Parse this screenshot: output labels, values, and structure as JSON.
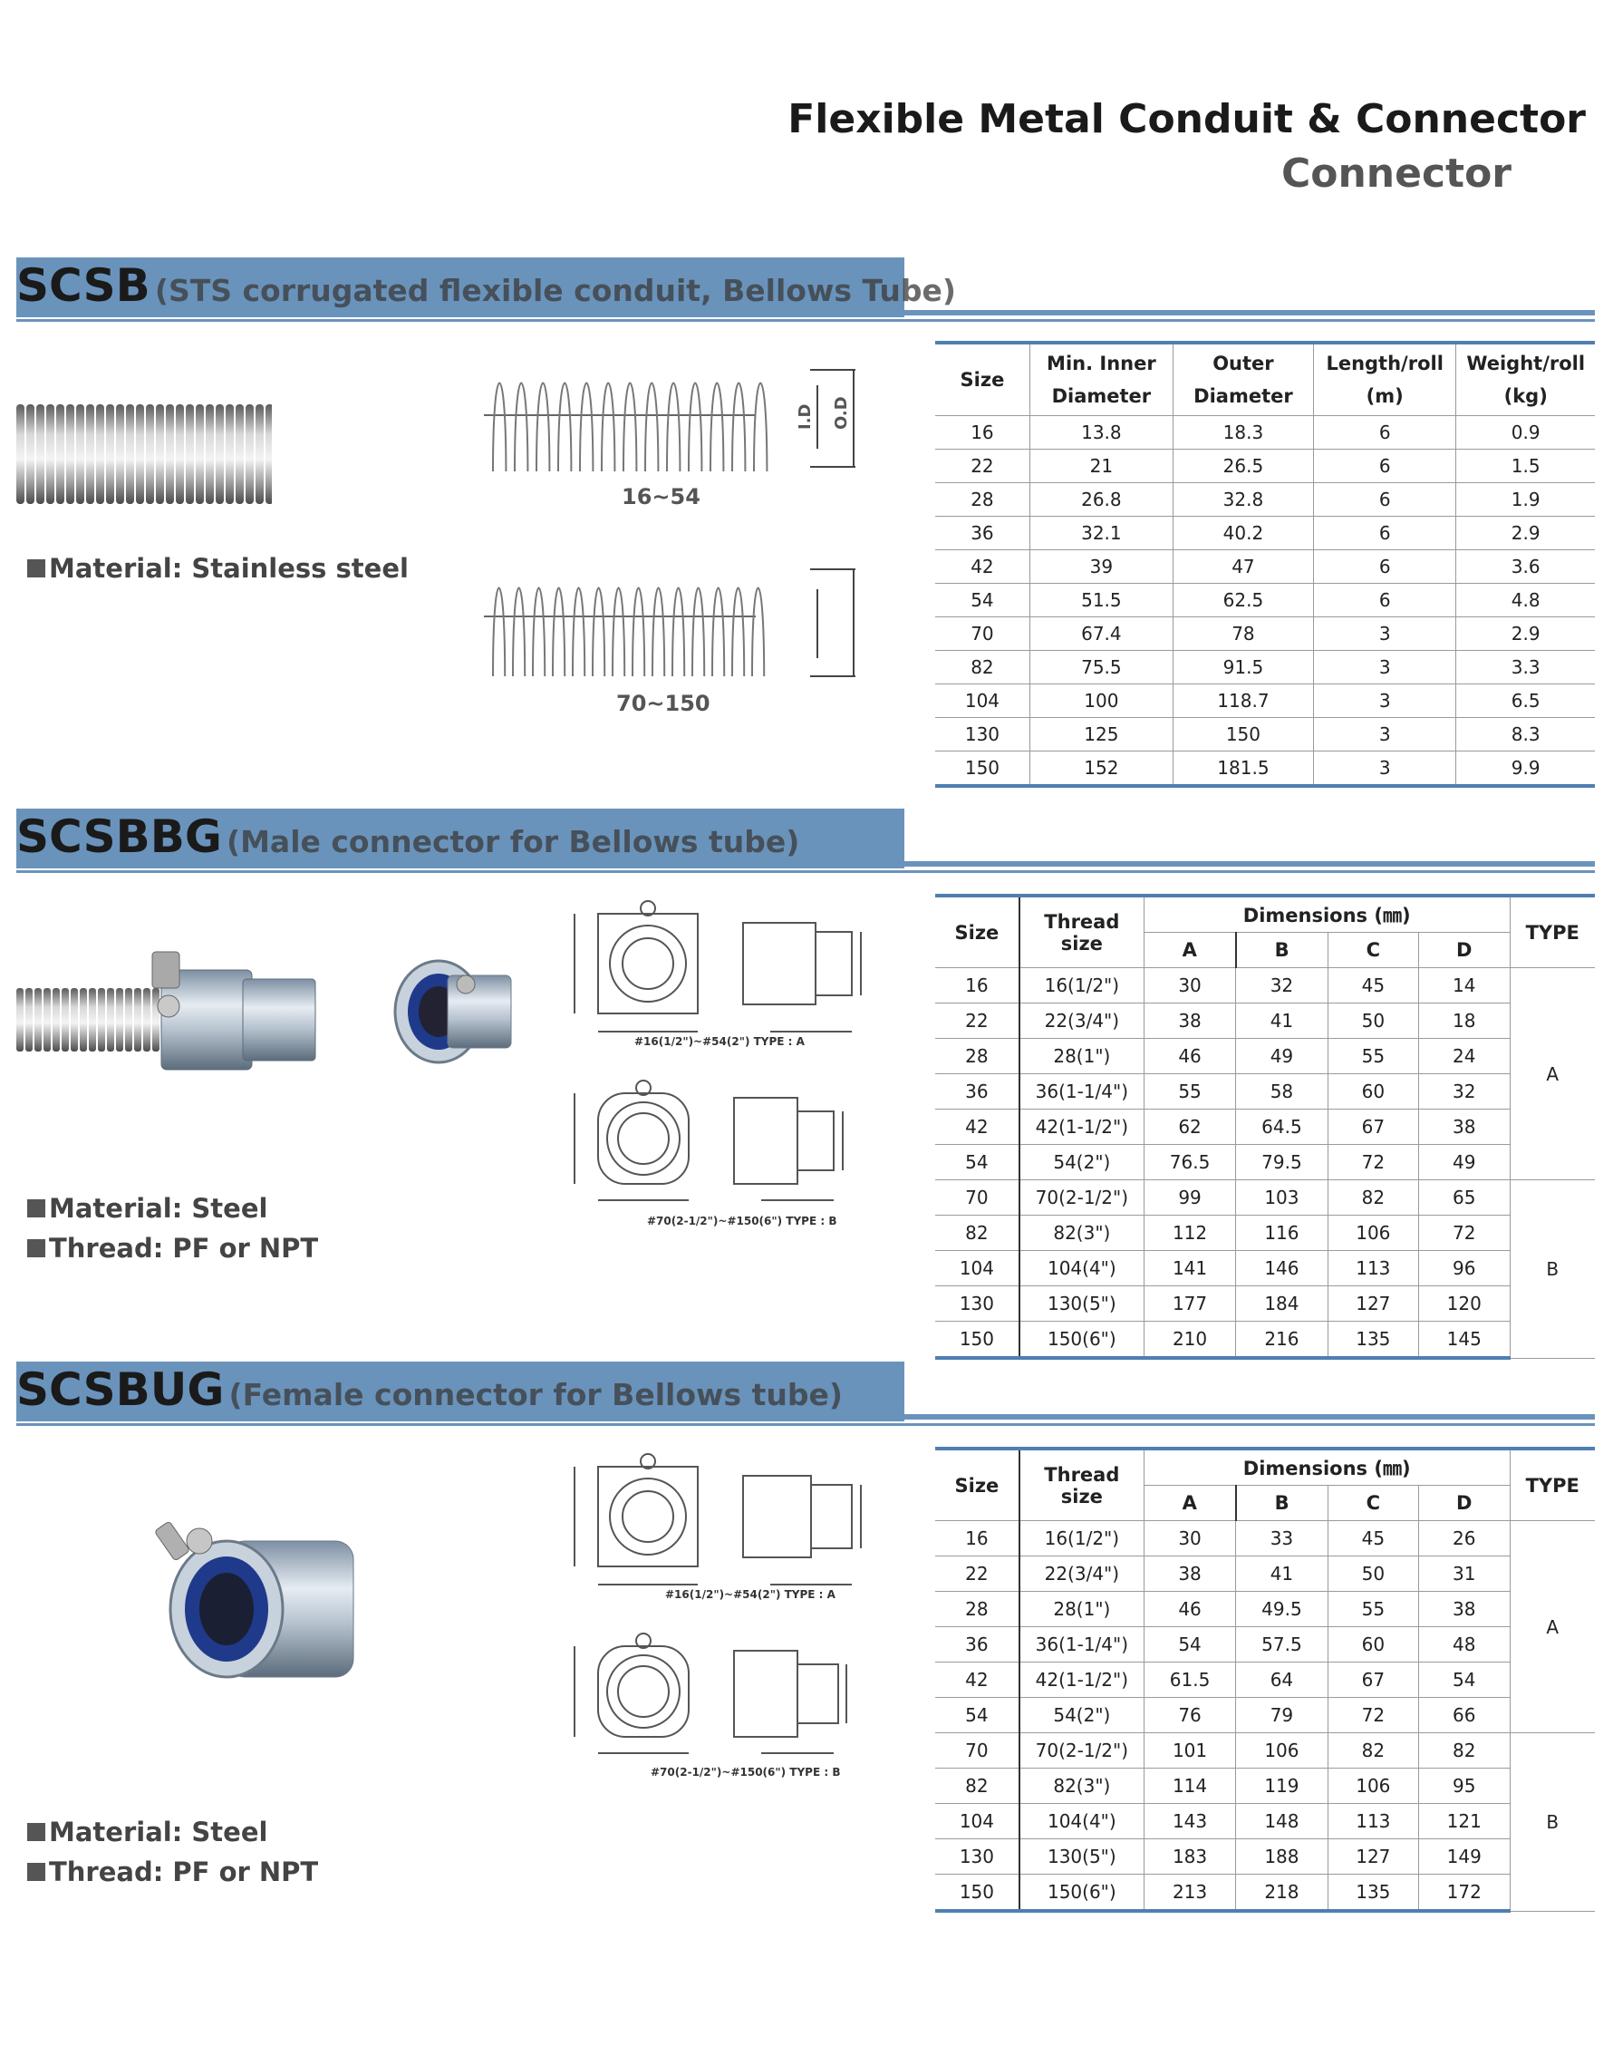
{
  "header": {
    "title": "Flexible Metal Conduit & Connector",
    "subtitle": "Connector"
  },
  "sections": [
    {
      "code": "SCSB",
      "desc": "(STS corrugated flexible conduit, Bellows Tube)",
      "bullets": [
        "Material: Stainless steel"
      ],
      "drawing_captions": [
        "16~54",
        "70~150"
      ],
      "dim_labels": [
        "I.D",
        "O.D"
      ],
      "table": {
        "headers": [
          "Size",
          "Min. Inner Diameter",
          "Outer Diameter",
          "Length/roll (m)",
          "Weight/roll (kg)"
        ],
        "rows": [
          [
            "16",
            "13.8",
            "18.3",
            "6",
            "0.9"
          ],
          [
            "22",
            "21",
            "26.5",
            "6",
            "1.5"
          ],
          [
            "28",
            "26.8",
            "32.8",
            "6",
            "1.9"
          ],
          [
            "36",
            "32.1",
            "40.2",
            "6",
            "2.9"
          ],
          [
            "42",
            "39",
            "47",
            "6",
            "3.6"
          ],
          [
            "54",
            "51.5",
            "62.5",
            "6",
            "4.8"
          ],
          [
            "70",
            "67.4",
            "78",
            "3",
            "2.9"
          ],
          [
            "82",
            "75.5",
            "91.5",
            "3",
            "3.3"
          ],
          [
            "104",
            "100",
            "118.7",
            "3",
            "6.5"
          ],
          [
            "130",
            "125",
            "150",
            "3",
            "8.3"
          ],
          [
            "150",
            "152",
            "181.5",
            "3",
            "9.9"
          ]
        ]
      }
    },
    {
      "code": "SCSBBG",
      "desc": "(Male connector for Bellows tube)",
      "bullets": [
        "Material: Steel",
        "Thread: PF or NPT"
      ],
      "drawing_captions": [
        "#16(1/2\")~#54(2\") TYPE : A",
        "#70(2-1/2\")~#150(6\") TYPE : B"
      ],
      "table": {
        "headers": [
          "Size",
          "Thread size",
          "Dimensions (㎜)",
          "TYPE"
        ],
        "subheaders": [
          "A",
          "B",
          "C",
          "D"
        ],
        "rows": [
          [
            "16",
            "16(1/2\")",
            "30",
            "32",
            "45",
            "14"
          ],
          [
            "22",
            "22(3/4\")",
            "38",
            "41",
            "50",
            "18"
          ],
          [
            "28",
            "28(1\")",
            "46",
            "49",
            "55",
            "24"
          ],
          [
            "36",
            "36(1-1/4\")",
            "55",
            "58",
            "60",
            "32"
          ],
          [
            "42",
            "42(1-1/2\")",
            "62",
            "64.5",
            "67",
            "38"
          ],
          [
            "54",
            "54(2\")",
            "76.5",
            "79.5",
            "72",
            "49"
          ],
          [
            "70",
            "70(2-1/2\")",
            "99",
            "103",
            "82",
            "65"
          ],
          [
            "82",
            "82(3\")",
            "112",
            "116",
            "106",
            "72"
          ],
          [
            "104",
            "104(4\")",
            "141",
            "146",
            "113",
            "96"
          ],
          [
            "130",
            "130(5\")",
            "177",
            "184",
            "127",
            "120"
          ],
          [
            "150",
            "150(6\")",
            "210",
            "216",
            "135",
            "145"
          ]
        ],
        "types": [
          "A",
          "B"
        ]
      }
    },
    {
      "code": "SCSBUG",
      "desc": "(Female connector for Bellows tube)",
      "bullets": [
        "Material: Steel",
        "Thread: PF or NPT"
      ],
      "drawing_captions": [
        "#16(1/2\")~#54(2\") TYPE : A",
        "#70(2-1/2\")~#150(6\") TYPE : B"
      ],
      "table": {
        "headers": [
          "Size",
          "Thread size",
          "Dimensions (㎜)",
          "TYPE"
        ],
        "subheaders": [
          "A",
          "B",
          "C",
          "D"
        ],
        "rows": [
          [
            "16",
            "16(1/2\")",
            "30",
            "33",
            "45",
            "26"
          ],
          [
            "22",
            "22(3/4\")",
            "38",
            "41",
            "50",
            "31"
          ],
          [
            "28",
            "28(1\")",
            "46",
            "49.5",
            "55",
            "38"
          ],
          [
            "36",
            "36(1-1/4\")",
            "54",
            "57.5",
            "60",
            "48"
          ],
          [
            "42",
            "42(1-1/2\")",
            "61.5",
            "64",
            "67",
            "54"
          ],
          [
            "54",
            "54(2\")",
            "76",
            "79",
            "72",
            "66"
          ],
          [
            "70",
            "70(2-1/2\")",
            "101",
            "106",
            "82",
            "82"
          ],
          [
            "82",
            "82(3\")",
            "114",
            "119",
            "106",
            "95"
          ],
          [
            "104",
            "104(4\")",
            "143",
            "148",
            "113",
            "121"
          ],
          [
            "130",
            "130(5\")",
            "183",
            "188",
            "127",
            "149"
          ],
          [
            "150",
            "150(6\")",
            "213",
            "218",
            "135",
            "172"
          ]
        ],
        "types": [
          "A",
          "B"
        ]
      }
    }
  ]
}
